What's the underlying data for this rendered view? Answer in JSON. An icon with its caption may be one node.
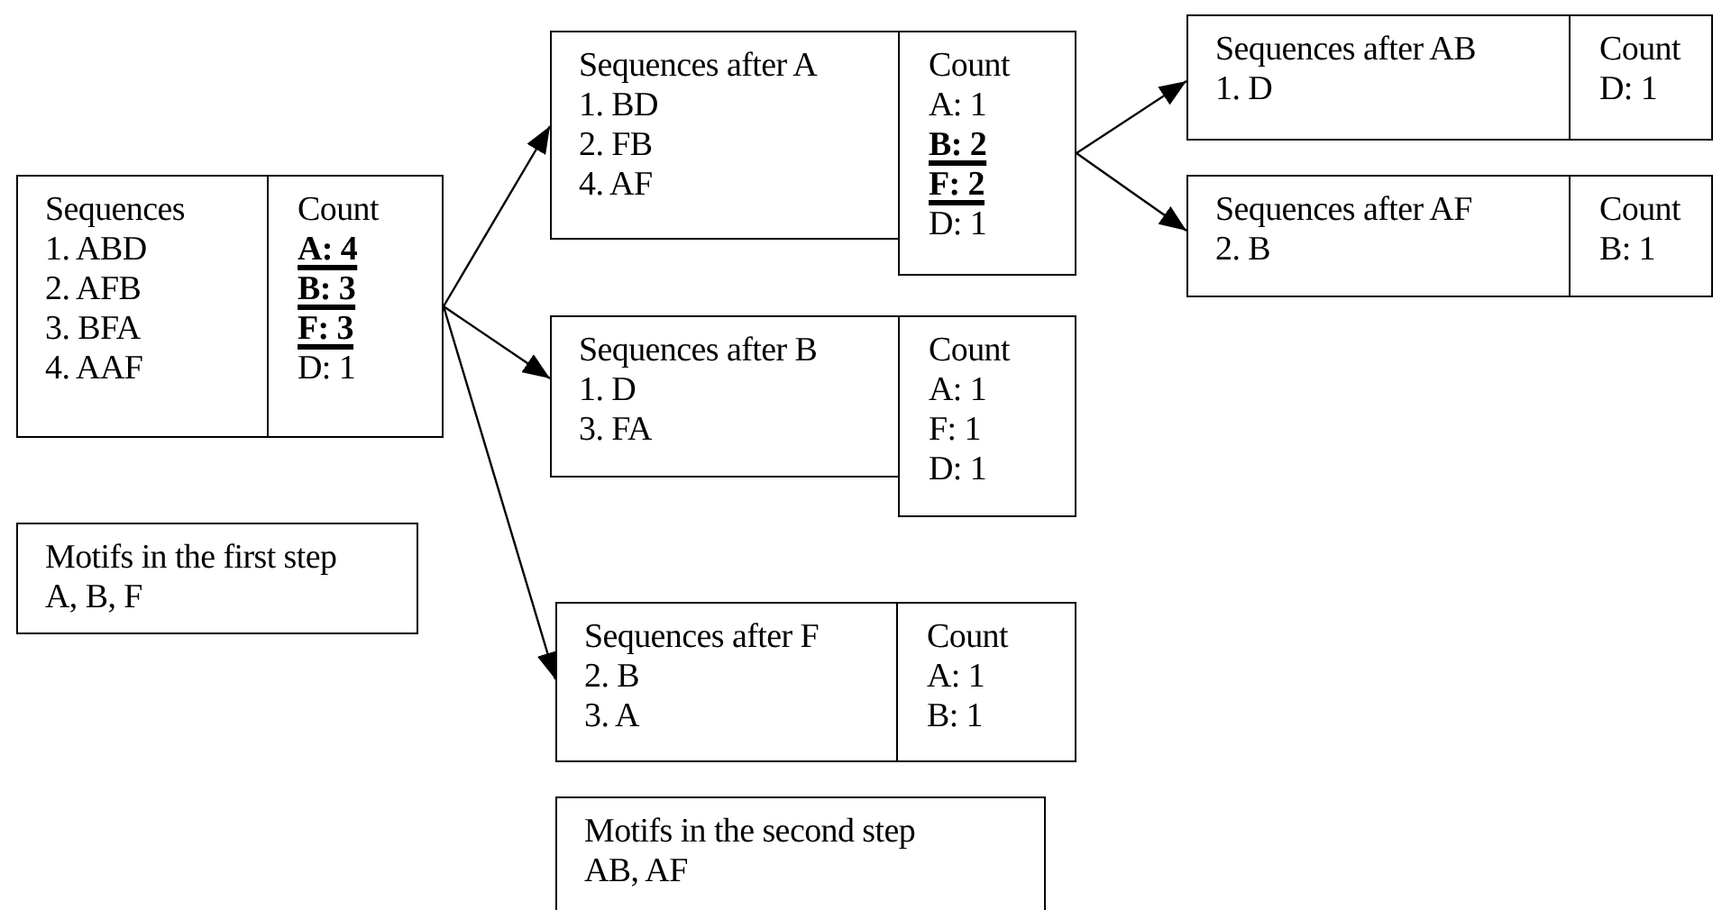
{
  "diagram": {
    "nodes": [
      {
        "text": [
          "Sequences",
          "1. ABD",
          "2. AFB",
          "3. BFA",
          "4. AAF"
        ]
      },
      {
        "text": [
          "Count",
          "A: 4",
          "B: 3",
          "F: 3",
          "D: 1"
        ]
      },
      {
        "text": [
          "Motifs in the first step",
          "A, B, F"
        ]
      },
      {
        "text": [
          "Sequences after A",
          "1. BD",
          "2. FB",
          "4. AF"
        ]
      },
      {
        "text": [
          "Count",
          "A: 1",
          "B: 2",
          "F: 2",
          "D: 1"
        ]
      },
      {
        "text": [
          "Sequences after AB",
          "1. D"
        ]
      },
      {
        "text": [
          "Count",
          "D: 1"
        ]
      },
      {
        "text": [
          "Sequences after AF",
          "2. B"
        ]
      },
      {
        "text": [
          "Count",
          "B: 1"
        ]
      },
      {
        "text": [
          "Sequences after B",
          "1. D",
          "3. FA"
        ]
      },
      {
        "text": [
          "Count",
          "A: 1",
          "F: 1",
          "D: 1"
        ]
      },
      {
        "text": [
          "Sequences after F",
          "2. B",
          "3. A"
        ]
      },
      {
        "text": [
          "Count",
          "A: 1",
          "B: 1"
        ]
      },
      {
        "text": [
          "Motifs in the second step",
          "AB, AF"
        ]
      }
    ],
    "edges": [
      {
        "from": 1,
        "to": 3,
        "arrow": "to"
      },
      {
        "from": 1,
        "to": 9,
        "arrow": "to"
      },
      {
        "from": 1,
        "to": 11,
        "arrow": "to"
      },
      {
        "from": 4,
        "to": 5,
        "arrow": "to"
      },
      {
        "from": 4,
        "to": 7,
        "arrow": "to"
      }
    ]
  }
}
